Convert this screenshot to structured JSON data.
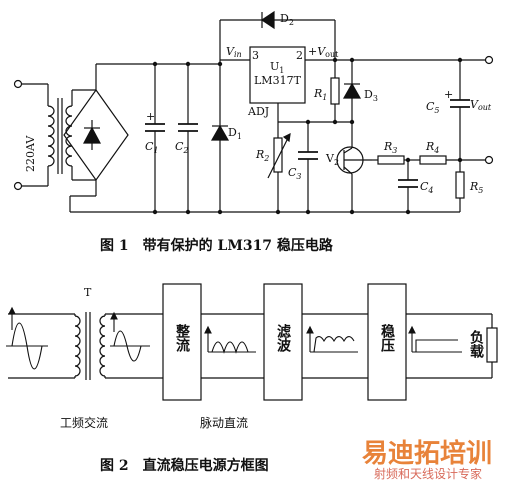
{
  "figure1": {
    "caption": "图 1　带有保护的 LM317 稳压电路",
    "input_voltage": "220AV",
    "regulator": {
      "pin_in": "3",
      "pin_out": "2",
      "name": "U",
      "name_sub": "1",
      "part": "LM317T",
      "adj": "ADJ"
    },
    "vin": {
      "main": "V",
      "sub": "in"
    },
    "vout_top": {
      "prefix": "+",
      "main": "V",
      "sub": "out"
    },
    "vout_right": {
      "main": "V",
      "sub": "out"
    },
    "components": {
      "D2": {
        "main": "D",
        "sub": "2"
      },
      "D1": {
        "main": "D",
        "sub": "1"
      },
      "D3": {
        "main": "D",
        "sub": "3"
      },
      "C1": {
        "main": "C",
        "sub": "1"
      },
      "C2": {
        "main": "C",
        "sub": "2"
      },
      "C3": {
        "main": "C",
        "sub": "3"
      },
      "C4": {
        "main": "C",
        "sub": "4"
      },
      "C5": {
        "main": "C",
        "sub": "5"
      },
      "R1": {
        "main": "R",
        "sub": "1"
      },
      "R2": {
        "main": "R",
        "sub": "2"
      },
      "R3": {
        "main": "R",
        "sub": "3"
      },
      "R4": {
        "main": "R",
        "sub": "4"
      },
      "R5": {
        "main": "R",
        "sub": "5"
      },
      "V2": {
        "main": "V",
        "sub": "2"
      }
    },
    "plus_sign": "+"
  },
  "figure2": {
    "caption": "图 2　直流稳压电源方框图",
    "transformer": "T",
    "blocks": [
      "整流",
      "滤波",
      "稳压"
    ],
    "load": "负载",
    "note_ac": "工频交流",
    "note_pulse": "脉动直流"
  },
  "watermark": {
    "title": "易迪拓培训",
    "subtitle": "射频和天线设计专家"
  }
}
